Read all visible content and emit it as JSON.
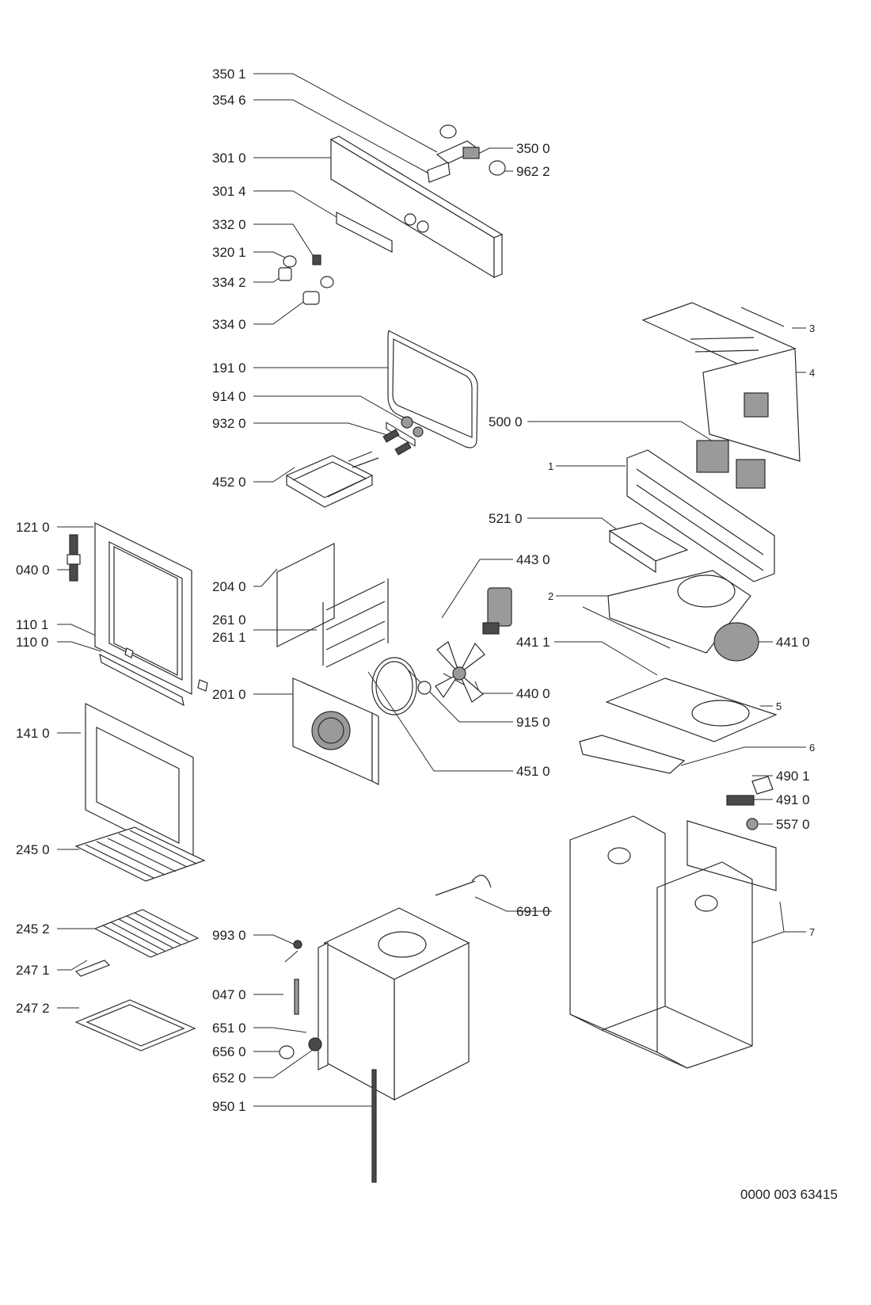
{
  "labels": [
    {
      "id": "p3501",
      "text": "350 1"
    },
    {
      "id": "p3546",
      "text": "354 6"
    },
    {
      "id": "p3010",
      "text": "301 0"
    },
    {
      "id": "p3014",
      "text": "301 4"
    },
    {
      "id": "p3320",
      "text": "332 0"
    },
    {
      "id": "p3201",
      "text": "320 1"
    },
    {
      "id": "p3342",
      "text": "334 2"
    },
    {
      "id": "p3340",
      "text": "334 0"
    },
    {
      "id": "p3500",
      "text": "350 0"
    },
    {
      "id": "p9622",
      "text": "962 2"
    },
    {
      "id": "p1910",
      "text": "191 0"
    },
    {
      "id": "p9140",
      "text": "914 0"
    },
    {
      "id": "p9320",
      "text": "932 0"
    },
    {
      "id": "p4520",
      "text": "452 0"
    },
    {
      "id": "p1210",
      "text": "121 0"
    },
    {
      "id": "p0400",
      "text": "040 0"
    },
    {
      "id": "p2040",
      "text": "204 0"
    },
    {
      "id": "p2610",
      "text": "261 0"
    },
    {
      "id": "p2611",
      "text": "261 1"
    },
    {
      "id": "p1101",
      "text": "110 1"
    },
    {
      "id": "p1100",
      "text": "110 0"
    },
    {
      "id": "p2010",
      "text": "201 0"
    },
    {
      "id": "p1410",
      "text": "141 0"
    },
    {
      "id": "p2450",
      "text": "245 0"
    },
    {
      "id": "p2452",
      "text": "245 2"
    },
    {
      "id": "p2471",
      "text": "247 1"
    },
    {
      "id": "p2472",
      "text": "247 2"
    },
    {
      "id": "p9930",
      "text": "993 0"
    },
    {
      "id": "p0470",
      "text": "047 0"
    },
    {
      "id": "p6510",
      "text": "651 0"
    },
    {
      "id": "p6560",
      "text": "656 0"
    },
    {
      "id": "p6520",
      "text": "652 0"
    },
    {
      "id": "p9501",
      "text": "950 1"
    },
    {
      "id": "p5000",
      "text": "500 0"
    },
    {
      "id": "p1",
      "text": "1"
    },
    {
      "id": "p5210",
      "text": "521 0"
    },
    {
      "id": "p4430",
      "text": "443 0"
    },
    {
      "id": "p2",
      "text": "2"
    },
    {
      "id": "p4411",
      "text": "441 1"
    },
    {
      "id": "p4410",
      "text": "441 0"
    },
    {
      "id": "p4400",
      "text": "440 0"
    },
    {
      "id": "p9150",
      "text": "915 0"
    },
    {
      "id": "p4510",
      "text": "451 0"
    },
    {
      "id": "p5",
      "text": "5"
    },
    {
      "id": "p6",
      "text": "6"
    },
    {
      "id": "p3",
      "text": "3"
    },
    {
      "id": "p4",
      "text": "4"
    },
    {
      "id": "p4901",
      "text": "490 1"
    },
    {
      "id": "p4910",
      "text": "491 0"
    },
    {
      "id": "p5570",
      "text": "557 0"
    },
    {
      "id": "p6910",
      "text": "691 0"
    },
    {
      "id": "p7",
      "text": "7"
    }
  ],
  "document_number": "0000 003 63415"
}
